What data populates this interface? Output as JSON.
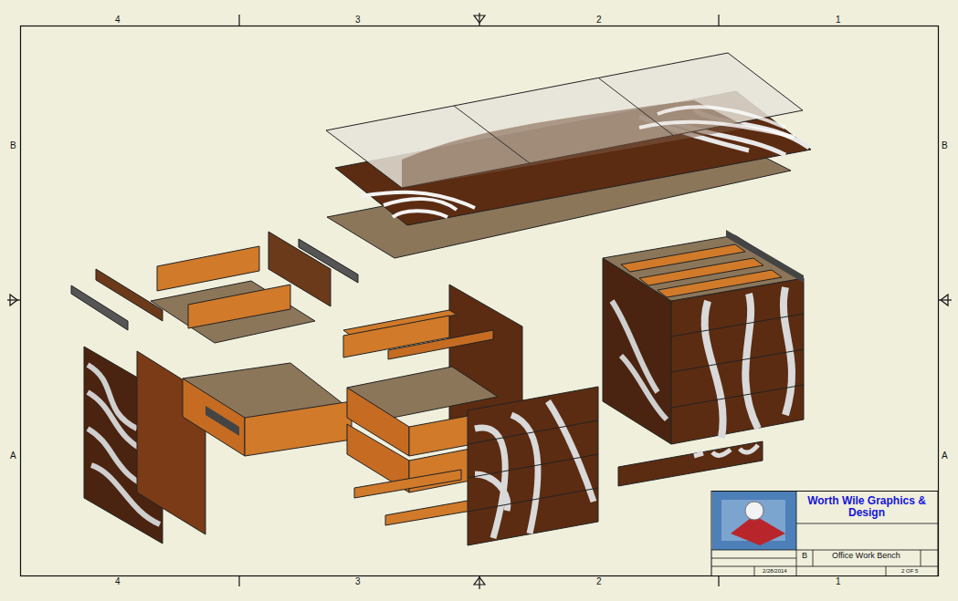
{
  "diagram": {
    "labels": [
      "4",
      "3",
      "2",
      "1",
      "B",
      "A",
      "B",
      "A",
      "4",
      "3",
      "2",
      "1",
      "Worth Wile Graphics & Design",
      "B",
      "Office Work Bench",
      "2/28/2014",
      "2 OF 5"
    ]
  }
}
